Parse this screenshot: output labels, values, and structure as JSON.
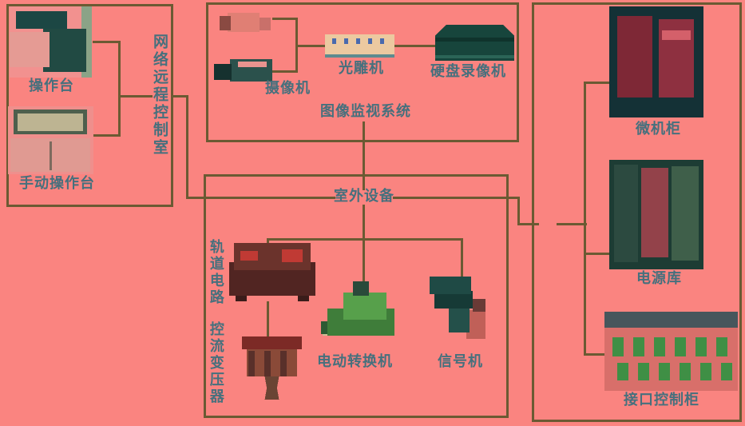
{
  "colors": {
    "background": "#fa8480",
    "line": "#6b5a33",
    "text": "#46707d"
  },
  "control_room": {
    "title": "网络远程控制室",
    "console_label": "操作台",
    "manual_console_label": "手动操作台"
  },
  "video_system": {
    "system_label": "图像监视系统",
    "camera_label": "摄像机",
    "optical_device_label": "光雕机",
    "dvr_label": "硬盘录像机"
  },
  "outdoor": {
    "title": "室外设备",
    "track_circuit_label": "轨道电路",
    "current_transformer_label": "控流变压器",
    "switch_machine_label": "电动转换机",
    "signal_label": "信号机"
  },
  "equipment_room": {
    "computer_cabinet_label": "微机柜",
    "power_cabinet_label": "电源库",
    "interface_cabinet_label": "接口控制柜"
  }
}
